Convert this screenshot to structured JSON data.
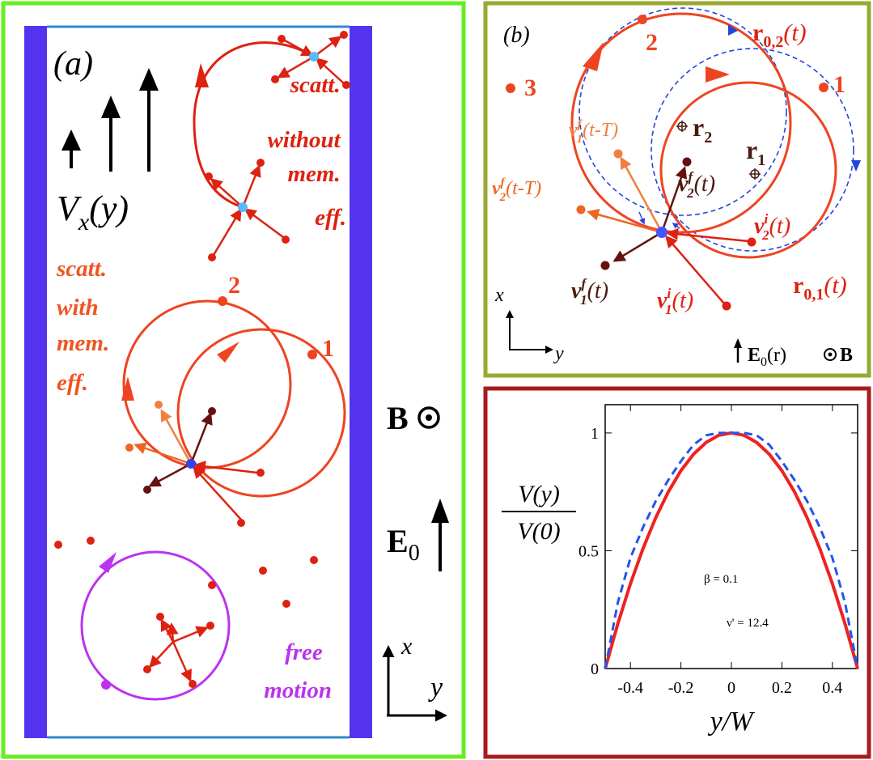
{
  "colors": {
    "panel_a_border": "#66ee22",
    "panel_b_border": "#99a830",
    "panel_c_border": "#a81c1c",
    "wall": "#5533ee",
    "red": "#dd2211",
    "orange": "#ee5522",
    "light_orange": "#f08040",
    "purple": "#bb33ee",
    "blue_dash": "#2244dd",
    "dark_red": "#661111",
    "dark_brown": "#4a1a10",
    "light_blue": "#44aaee"
  },
  "panel_a": {
    "label": "(a)",
    "velocity_label": "V",
    "velocity_sub": "x",
    "velocity_arg": "(y)",
    "scatt_without": [
      "scatt.",
      "without",
      "mem.",
      "eff."
    ],
    "scatt_with": [
      "scatt.",
      "with",
      "mem.",
      "eff."
    ],
    "free_motion": [
      "free",
      "motion"
    ],
    "orbit_label_1": "1",
    "orbit_label_2": "2",
    "B_label": "B",
    "E_label": "E",
    "E_sub": "0",
    "axis_x": "x",
    "axis_y": "y"
  },
  "panel_b": {
    "label": "(b)",
    "point_1": "1",
    "point_2": "2",
    "point_3": "3",
    "r02": "r",
    "r02_sub": "0,2",
    "r02_arg": "(t)",
    "r01": "r",
    "r01_sub": "0,1",
    "r01_arg": "(t)",
    "r1": "r",
    "r1_sub": "1",
    "r2": "r",
    "r2_sub": "2",
    "v1f_tT": "v",
    "v1f_tT_sup": "f",
    "v1f_tT_sub": "1",
    "v1f_tT_arg": "(t-T)",
    "v2f_tT": "v",
    "v2f_tT_sup": "f",
    "v2f_tT_sub": "2",
    "v2f_tT_arg": "(t-T)",
    "v2f_t": "v",
    "v2f_t_sup": "f",
    "v2f_t_sub": "2",
    "v2f_t_arg": "(t)",
    "v2i_t": "v",
    "v2i_t_sup": "i",
    "v2i_t_sub": "2",
    "v2i_t_arg": "(t)",
    "v1f_t": "v",
    "v1f_t_sup": "f",
    "v1f_t_sub": "1",
    "v1f_t_arg": "(t)",
    "v1i_t": "v",
    "v1i_t_sup": "i",
    "v1i_t_sub": "1",
    "v1i_t_arg": "(t)",
    "axis_x": "x",
    "axis_y": "y",
    "E0r": "E",
    "E0r_sub": "0",
    "E0r_arg": "(r)",
    "B_label": "B"
  },
  "chart_data": {
    "type": "line",
    "title": "",
    "xlabel": "y/W",
    "ylabel_num": "V(y)",
    "ylabel_den": "V(0)",
    "xlim": [
      -0.5,
      0.5
    ],
    "ylim": [
      0,
      1.12
    ],
    "xticks": [
      -0.4,
      -0.2,
      0,
      0.2,
      0.4
    ],
    "xtick_labels": [
      "-0.4",
      "-0.2",
      "0",
      "0.2",
      "0.4"
    ],
    "yticks": [
      0,
      0.5,
      1
    ],
    "ytick_labels": [
      "0",
      "0.5",
      "1"
    ],
    "annotations": [
      "β = 0.1",
      "ν' = 12.4"
    ],
    "series": [
      {
        "style": "solid",
        "color": "#ee2222",
        "x": [
          -0.5,
          -0.45,
          -0.4,
          -0.35,
          -0.3,
          -0.25,
          -0.2,
          -0.15,
          -0.1,
          -0.05,
          0,
          0.05,
          0.1,
          0.15,
          0.2,
          0.25,
          0.3,
          0.35,
          0.4,
          0.45,
          0.5
        ],
        "y": [
          0,
          0.19,
          0.36,
          0.51,
          0.64,
          0.75,
          0.84,
          0.91,
          0.96,
          0.99,
          1.0,
          0.99,
          0.96,
          0.91,
          0.84,
          0.75,
          0.64,
          0.51,
          0.36,
          0.19,
          0
        ]
      },
      {
        "style": "dashed",
        "color": "#2255ee",
        "x": [
          -0.5,
          -0.45,
          -0.4,
          -0.35,
          -0.3,
          -0.25,
          -0.2,
          -0.15,
          -0.1,
          -0.05,
          0,
          0.05,
          0.1,
          0.15,
          0.2,
          0.25,
          0.3,
          0.35,
          0.4,
          0.45,
          0.5
        ],
        "y": [
          0,
          0.28,
          0.47,
          0.6,
          0.71,
          0.8,
          0.88,
          0.95,
          0.99,
          1.0,
          1.0,
          1.0,
          0.99,
          0.95,
          0.88,
          0.8,
          0.71,
          0.6,
          0.47,
          0.28,
          0
        ]
      }
    ]
  }
}
